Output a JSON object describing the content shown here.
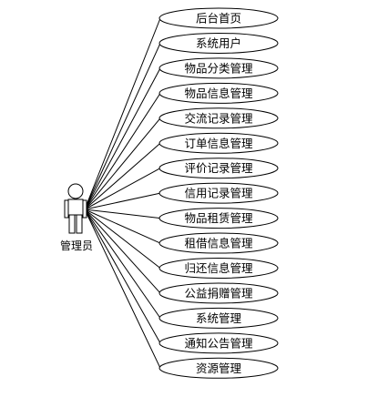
{
  "actor": {
    "label": "管理员"
  },
  "use_cases": [
    "后台首页",
    "系统用户",
    "物品分类管理",
    "物品信息管理",
    "交流记录管理",
    "订单信息管理",
    "评价记录管理",
    "信用记录管理",
    "物品租赁管理",
    "租借信息管理",
    "归还信息管理",
    "公益捐赠管理",
    "系统管理",
    "通知公告管理",
    "资源管理"
  ]
}
